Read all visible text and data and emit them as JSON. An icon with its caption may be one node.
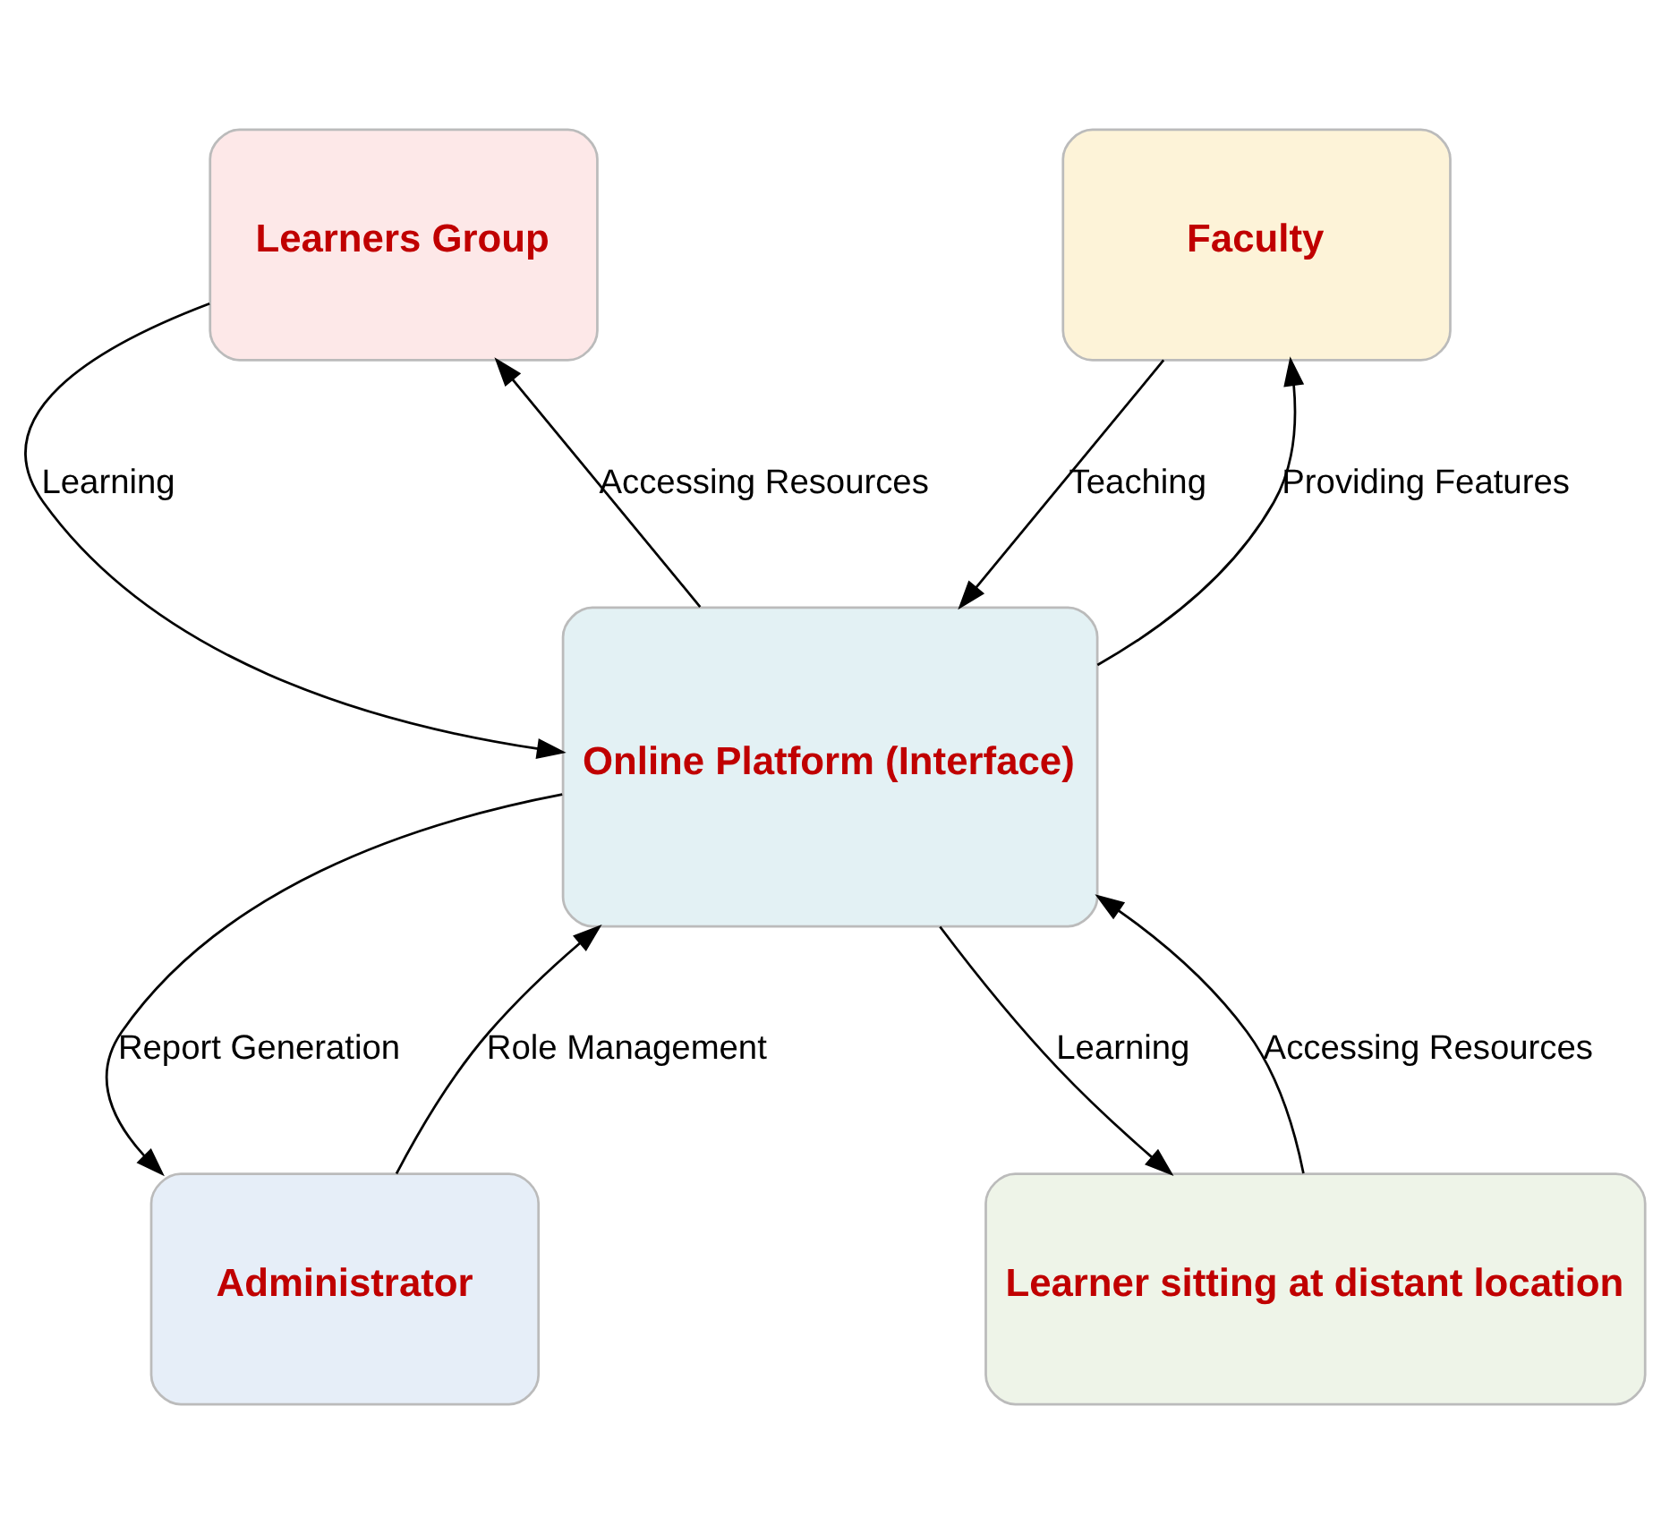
{
  "diagram": {
    "nodes": [
      {
        "text": [
          "Learners Group"
        ]
      },
      {
        "text": [
          "Faculty"
        ]
      },
      {
        "text": [
          "Online Platform (Interface)"
        ]
      },
      {
        "text": [
          "Administrator"
        ]
      },
      {
        "text": [
          "Learner sitting at distant location"
        ]
      }
    ],
    "edges": [
      {
        "from": 0,
        "to": 2,
        "arrow": "to",
        "label": "Learning"
      },
      {
        "from": 1,
        "to": 2,
        "arrow": "to",
        "label": "Teaching"
      },
      {
        "from": 2,
        "to": 0,
        "arrow": "to",
        "label": "Accessing Resources"
      },
      {
        "from": 2,
        "to": 1,
        "arrow": "to",
        "label": "Providing Features"
      },
      {
        "from": 3,
        "to": 2,
        "arrow": "to",
        "label": "Role Management"
      },
      {
        "from": 2,
        "to": 3,
        "arrow": "to",
        "label": "Report Generation"
      },
      {
        "from": 2,
        "to": 4,
        "arrow": "to",
        "label": "Learning"
      },
      {
        "from": 4,
        "to": 2,
        "arrow": "to",
        "label": "Accessing Resources"
      }
    ]
  }
}
